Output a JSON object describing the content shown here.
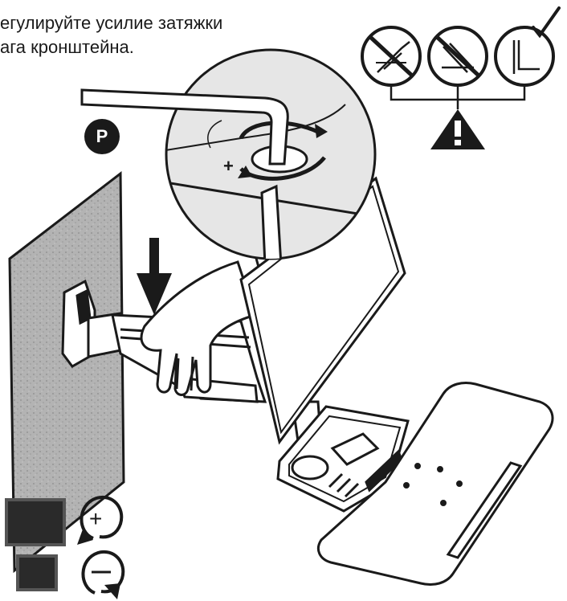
{
  "caption": {
    "line1": "егулируйте усилие затяжки",
    "line2": "ага кронштейна."
  },
  "step_badge": "P",
  "colors": {
    "ink": "#1a1a1a",
    "wall": "#b3b3b3",
    "lens": "#e6e6e6",
    "monitor_icon": "#2a2a2a"
  },
  "icons": [
    "wrong-angle-icon",
    "wrong-angle-icon",
    "correct-angle-icon",
    "warning-icon",
    "tension-increase-icon",
    "tension-decrease-icon",
    "down-arrow-icon"
  ]
}
